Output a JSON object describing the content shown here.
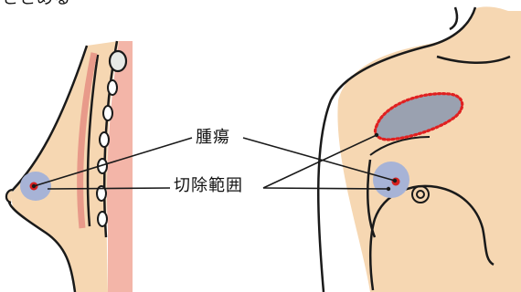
{
  "labels": {
    "tumor": "腫瘍",
    "excision_area": "切除範囲",
    "top_cut_text": "ととめる"
  },
  "colors": {
    "skin": "#f6d7b2",
    "outline": "#1a1a1a",
    "chest_wall": "#f3b5a8",
    "excision_gray": "#9aa1b0",
    "excision_blue": "#a7b3d6",
    "tumor_red": "#d41f1f",
    "dotted_margin": "#e02020",
    "rib_fill": "#e7eae6"
  },
  "icons": {
    "tumor_marker": "red-dot",
    "excision_region": "shaded-ellipse",
    "nipple": "concentric-circles"
  }
}
